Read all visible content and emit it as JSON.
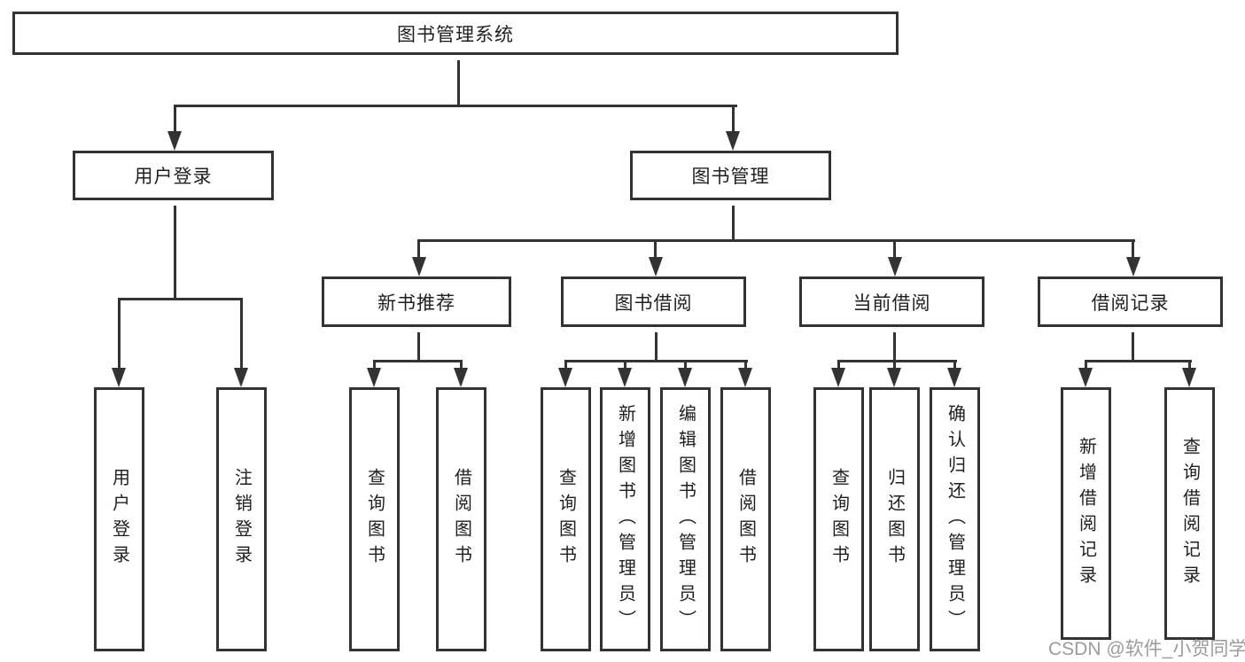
{
  "diagram_type": "hierarchy-tree",
  "colors": {
    "line": "#333333",
    "text": "#1f1f1f",
    "muted": "#9b9b9b",
    "box_bg": "#ffffff"
  },
  "tree": {
    "root": {
      "label": "图书管理系统"
    },
    "level2": [
      {
        "label": "用户登录",
        "parent": "图书管理系统"
      },
      {
        "label": "图书管理",
        "parent": "图书管理系统"
      }
    ],
    "modules": [
      {
        "label": "新书推荐",
        "parent": "图书管理"
      },
      {
        "label": "图书借阅",
        "parent": "图书管理"
      },
      {
        "label": "当前借阅",
        "parent": "图书管理"
      },
      {
        "label": "借阅记录",
        "parent": "图书管理"
      }
    ],
    "leaves": [
      {
        "label": "用户登录",
        "parent": "用户登录"
      },
      {
        "label": "注销登录",
        "parent": "用户登录"
      },
      {
        "label": "查询图书",
        "parent": "新书推荐"
      },
      {
        "label": "借阅图书",
        "parent": "新书推荐"
      },
      {
        "label": "查询图书",
        "parent": "图书借阅"
      },
      {
        "label": "新增图书（管理员）",
        "parent": "图书借阅"
      },
      {
        "label": "编辑图书（管理员）",
        "parent": "图书借阅"
      },
      {
        "label": "借阅图书",
        "parent": "图书借阅"
      },
      {
        "label": "查询图书",
        "parent": "当前借阅"
      },
      {
        "label": "归还图书",
        "parent": "当前借阅"
      },
      {
        "label": "确认归还（管理员）",
        "parent": "当前借阅"
      },
      {
        "label": "新增借阅记录",
        "parent": "借阅记录"
      },
      {
        "label": "查询借阅记录",
        "parent": "借阅记录"
      }
    ]
  },
  "watermark": {
    "text": "CSDN @软件_小贺同学"
  }
}
